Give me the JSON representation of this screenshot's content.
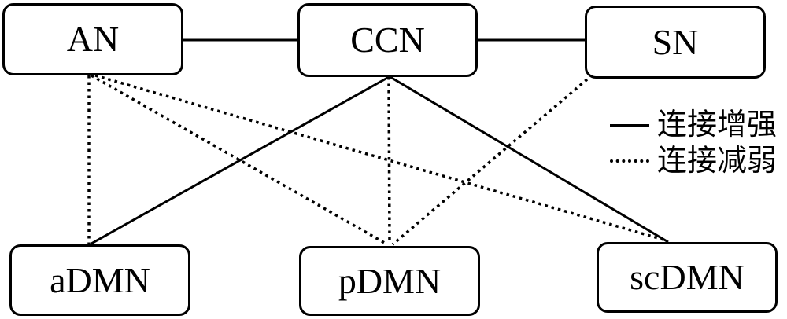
{
  "nodes": [
    {
      "id": "AN",
      "label": "AN"
    },
    {
      "id": "CCN",
      "label": "CCN"
    },
    {
      "id": "SN",
      "label": "SN"
    },
    {
      "id": "aDMN",
      "label": "aDMN"
    },
    {
      "id": "pDMN",
      "label": "pDMN"
    },
    {
      "id": "scDMN",
      "label": "scDMN"
    }
  ],
  "edges": [
    {
      "from": "AN",
      "to": "CCN",
      "type": "enhanced"
    },
    {
      "from": "CCN",
      "to": "SN",
      "type": "enhanced"
    },
    {
      "from": "CCN",
      "to": "aDMN",
      "type": "enhanced"
    },
    {
      "from": "CCN",
      "to": "scDMN",
      "type": "enhanced"
    },
    {
      "from": "AN",
      "to": "aDMN",
      "type": "weakened"
    },
    {
      "from": "AN",
      "to": "pDMN",
      "type": "weakened"
    },
    {
      "from": "AN",
      "to": "scDMN",
      "type": "weakened"
    },
    {
      "from": "CCN",
      "to": "pDMN",
      "type": "weakened"
    },
    {
      "from": "SN",
      "to": "pDMN",
      "type": "weakened"
    }
  ],
  "legend": {
    "items": [
      {
        "type": "enhanced",
        "line_style": "solid",
        "label": "连接增强"
      },
      {
        "type": "weakened",
        "line_style": "dotted",
        "label": "连接减弱"
      }
    ]
  },
  "colors": {
    "background": "#ffffff",
    "line": "#000000",
    "box_border": "#000000",
    "box_fill": "#ffffff",
    "text": "#000000"
  }
}
